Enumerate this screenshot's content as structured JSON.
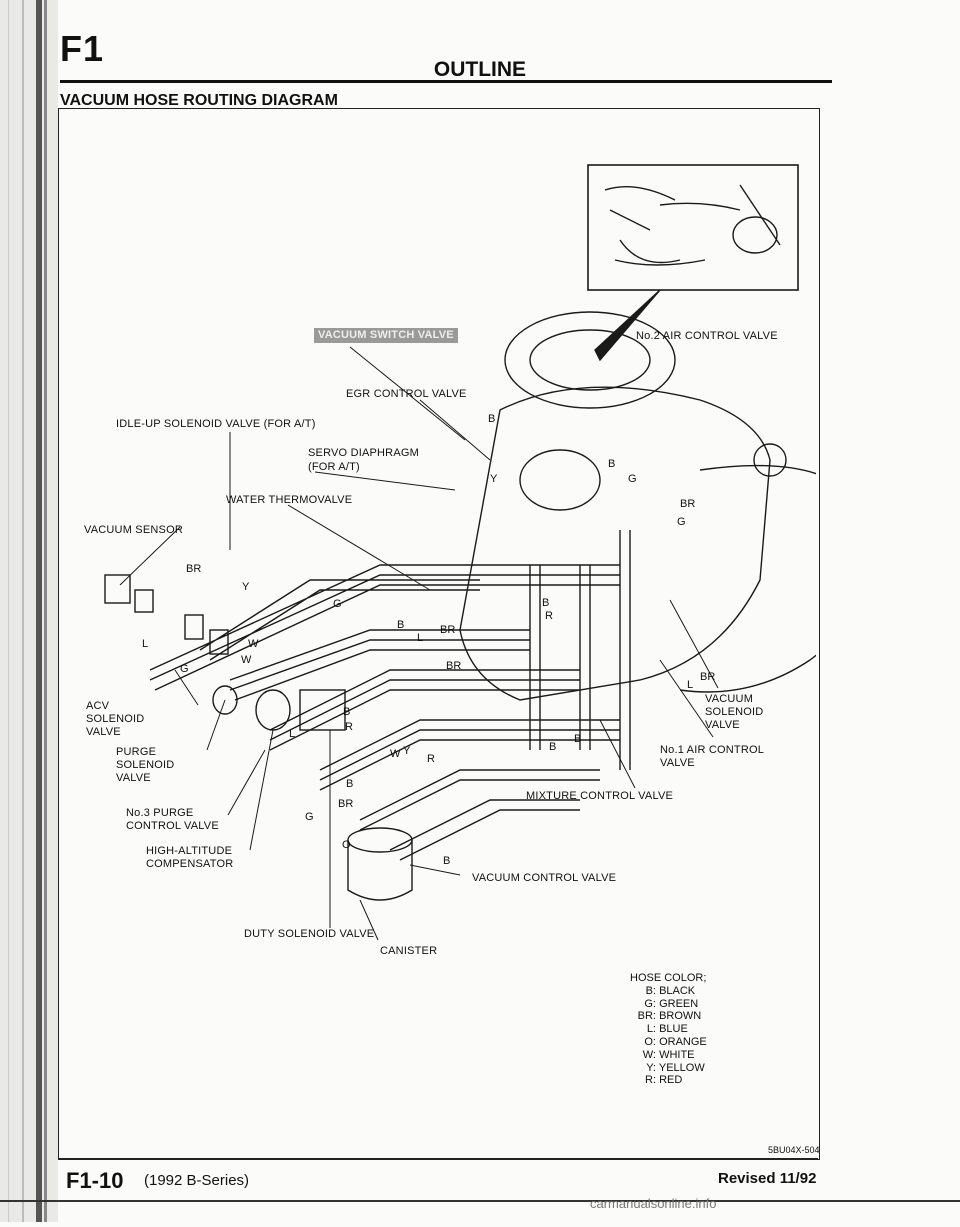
{
  "header": {
    "section": "F1",
    "chapter": "OUTLINE"
  },
  "title": "VACUUM HOSE ROUTING DIAGRAM",
  "labels": {
    "vacuum_switch_valve": "VACUUM SWITCH VALVE",
    "no2_air_control_valve": "No.2 AIR CONTROL VALVE",
    "egr_control_valve": "EGR CONTROL VALVE",
    "idle_up_solenoid": "IDLE-UP SOLENOID VALVE (FOR A/T)",
    "servo_diaphragm_1": "SERVO DIAPHRAGM",
    "servo_diaphragm_2": "(FOR A/T)",
    "water_thermovalve": "WATER THERMOVALVE",
    "vacuum_sensor": "VACUUM SENSOR",
    "acv_1": "ACV",
    "acv_2": "SOLENOID",
    "acv_3": "VALVE",
    "purge_1": "PURGE",
    "purge_2": "SOLENOID",
    "purge_3": "VALVE",
    "no3_purge_1": "No.3 PURGE",
    "no3_purge_2": "CONTROL VALVE",
    "hac_1": "HIGH-ALTITUDE",
    "hac_2": "COMPENSATOR",
    "duty_solenoid": "DUTY SOLENOID VALVE",
    "canister": "CANISTER",
    "vacuum_control_valve": "VACUUM CONTROL VALVE",
    "mixture_control_valve": "MIXTURE CONTROL VALVE",
    "no1_air_1": "No.1 AIR CONTROL",
    "no1_air_2": "VALVE",
    "vac_sol_1": "VACUUM",
    "vac_sol_2": "SOLENOID",
    "vac_sol_3": "VALVE"
  },
  "codes": [
    {
      "t": "B"
    },
    {
      "t": "B"
    },
    {
      "t": "Y"
    },
    {
      "t": "G"
    },
    {
      "t": "BR"
    },
    {
      "t": "G"
    },
    {
      "t": "BR"
    },
    {
      "t": "Y"
    },
    {
      "t": "L"
    },
    {
      "t": "G"
    },
    {
      "t": "W"
    },
    {
      "t": "W"
    },
    {
      "t": "G"
    },
    {
      "t": "B"
    },
    {
      "t": "L"
    },
    {
      "t": "BR"
    },
    {
      "t": "B"
    },
    {
      "t": "R"
    },
    {
      "t": "BR"
    },
    {
      "t": "B"
    },
    {
      "t": "R"
    },
    {
      "t": "L"
    },
    {
      "t": "W"
    },
    {
      "t": "Y"
    },
    {
      "t": "R"
    },
    {
      "t": "B"
    },
    {
      "t": "BR"
    },
    {
      "t": "G"
    },
    {
      "t": "O"
    },
    {
      "t": "B"
    },
    {
      "t": "B"
    },
    {
      "t": "B"
    },
    {
      "t": "L"
    },
    {
      "t": "BR"
    }
  ],
  "legend": {
    "title": "HOSE COLOR;",
    "items": [
      {
        "code": "B:",
        "color": "BLACK"
      },
      {
        "code": "G:",
        "color": "GREEN"
      },
      {
        "code": "BR:",
        "color": "BROWN"
      },
      {
        "code": "L:",
        "color": "BLUE"
      },
      {
        "code": "O:",
        "color": "ORANGE"
      },
      {
        "code": "W:",
        "color": "WHITE"
      },
      {
        "code": "Y:",
        "color": "YELLOW"
      },
      {
        "code": "R:",
        "color": "RED"
      }
    ]
  },
  "doc_number": "5BU04X-504",
  "footer": {
    "page": "F1-10",
    "model": "(1992 B-Series)",
    "revised": "Revised 11/92"
  },
  "watermark": "carmanualsonline.info"
}
